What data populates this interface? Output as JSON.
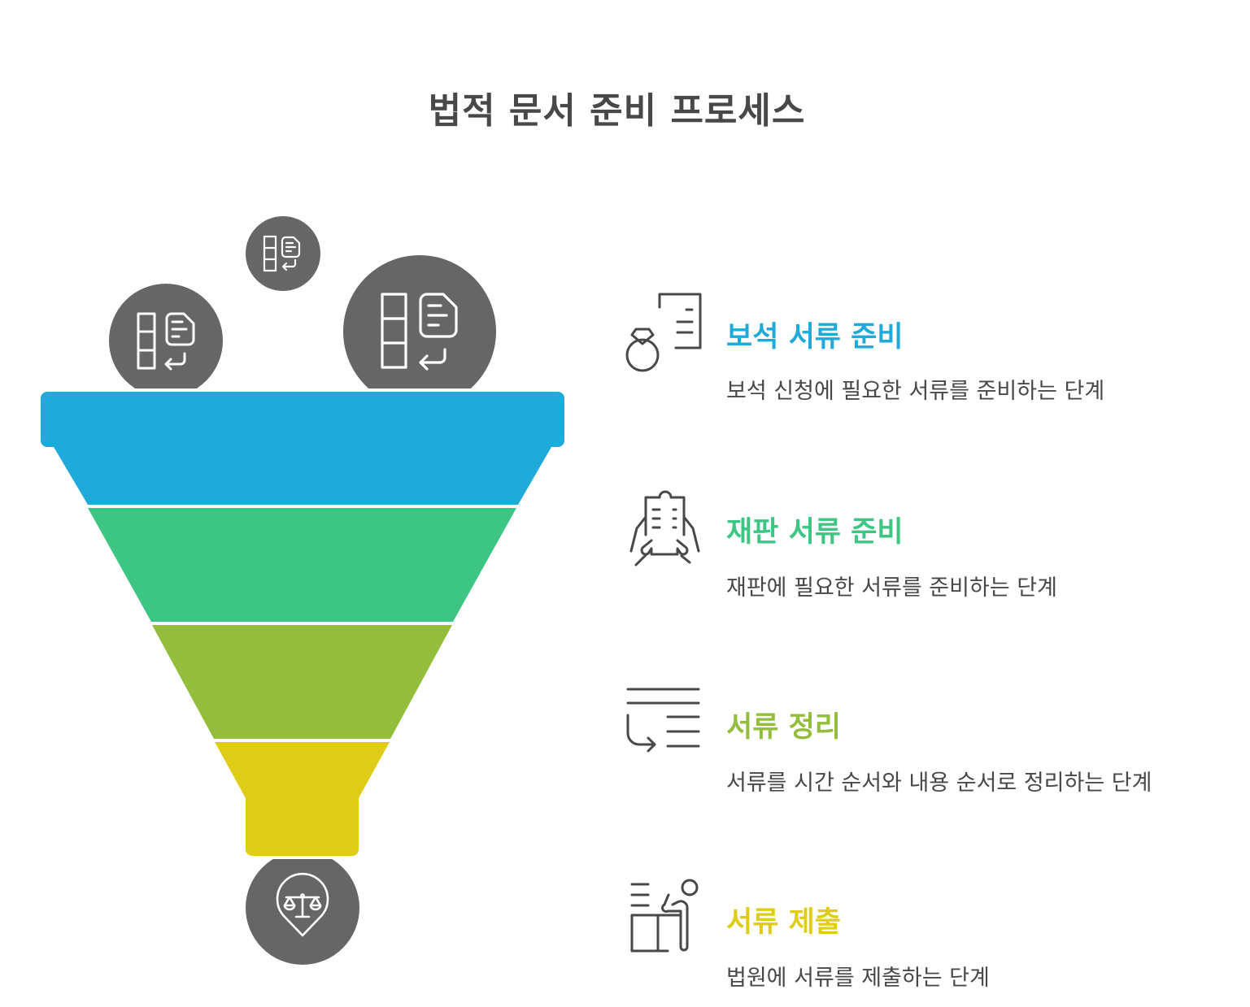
{
  "title": "법적 문서 준비 프로세스",
  "colors": {
    "stage1": "#1FAAD9",
    "stage2": "#3DC584",
    "stage3": "#93BD3B",
    "stage4": "#DFCC17",
    "circle": "#666666",
    "icon_stroke": "#484848",
    "text": "#484848"
  },
  "funnel": {
    "input_icons": [
      "document-transfer-icon",
      "document-transfer-icon",
      "document-transfer-icon"
    ],
    "output_icon": "scales-pin-icon"
  },
  "steps": [
    {
      "title": "보석 서류 준비",
      "description": "보석 신청에 필요한 서류를 준비하는 단계",
      "icon": "ring-document-icon",
      "color": "#1FAAD9"
    },
    {
      "title": "재판 서류 준비",
      "description": "재판에 필요한 서류를 준비하는 단계",
      "icon": "hands-holding-clipboard-icon",
      "color": "#3DC584"
    },
    {
      "title": "서류 정리",
      "description": "서류를 시간 순서와 내용 순서로 정리하는 단계",
      "icon": "sort-list-icon",
      "color": "#93BD3B"
    },
    {
      "title": "서류 제출",
      "description": "법원에 서류를 제출하는 단계",
      "icon": "person-at-desk-icon",
      "color": "#DFCC17"
    }
  ]
}
